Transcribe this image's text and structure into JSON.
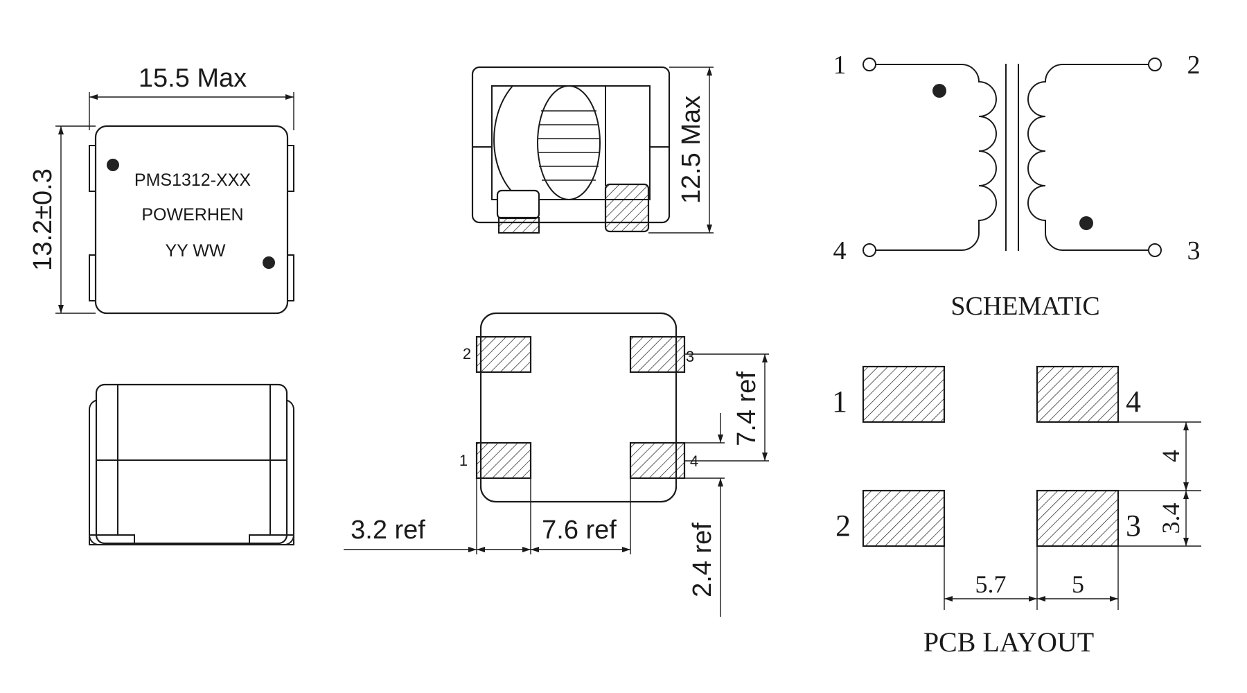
{
  "top_view": {
    "part_number": "PMS1312-XXX",
    "brand": "POWERHEN",
    "date_code": "YY WW",
    "width_dim": "15.5 Max",
    "height_dim": "13.2±0.3"
  },
  "side_view": {
    "height_dim": "12.5 Max"
  },
  "bottom_view": {
    "pins": [
      "1",
      "2",
      "3",
      "4"
    ],
    "dims": {
      "pad_pitch_v": "7.4 ref",
      "pad_height": "2.4 ref",
      "pad_width": "3.2 ref",
      "pad_pitch_h": "7.6 ref"
    }
  },
  "schematic": {
    "title": "SCHEMATIC",
    "pins": [
      "1",
      "2",
      "3",
      "4"
    ]
  },
  "pcb_layout": {
    "title": "PCB LAYOUT",
    "pins": [
      "1",
      "4",
      "2",
      "3"
    ],
    "dims": {
      "gap_v": "4",
      "pad_h": "3.4",
      "gap_h": "5.7",
      "pad_w": "5"
    }
  },
  "colors": {
    "line": "#1a1a1a",
    "background": "#ffffff",
    "dot": "#222222"
  }
}
